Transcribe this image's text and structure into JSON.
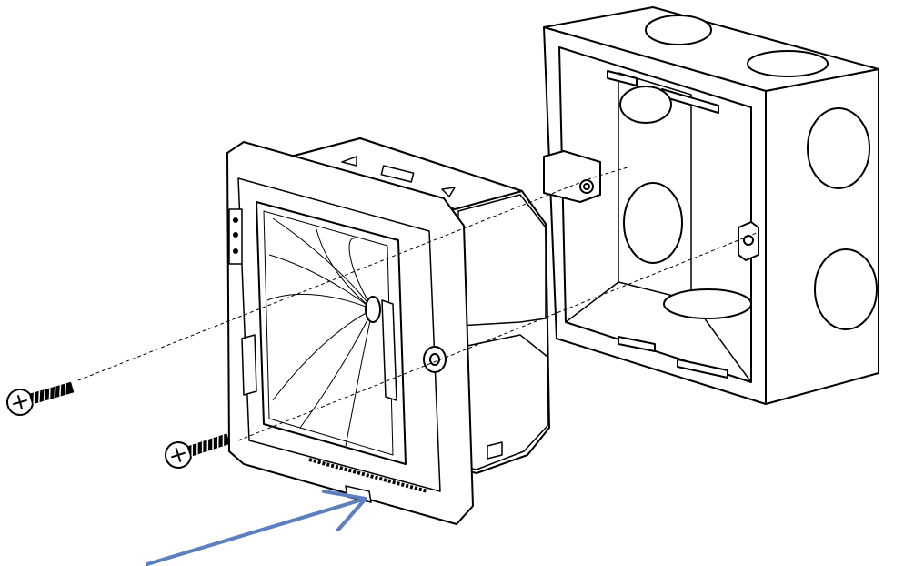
{
  "diagram": {
    "parts": [
      {
        "id": "screw-upper",
        "icon": "screw-icon"
      },
      {
        "id": "screw-lower",
        "icon": "screw-icon"
      },
      {
        "id": "device-module",
        "icon": "wall-module-icon"
      },
      {
        "id": "back-box",
        "icon": "junction-box-icon"
      }
    ],
    "callout": {
      "icon": "arrow-icon",
      "target": "device-module"
    }
  },
  "colors": {
    "line": "#000000",
    "fill": "#ffffff",
    "arrow": "#5b7fbf"
  }
}
